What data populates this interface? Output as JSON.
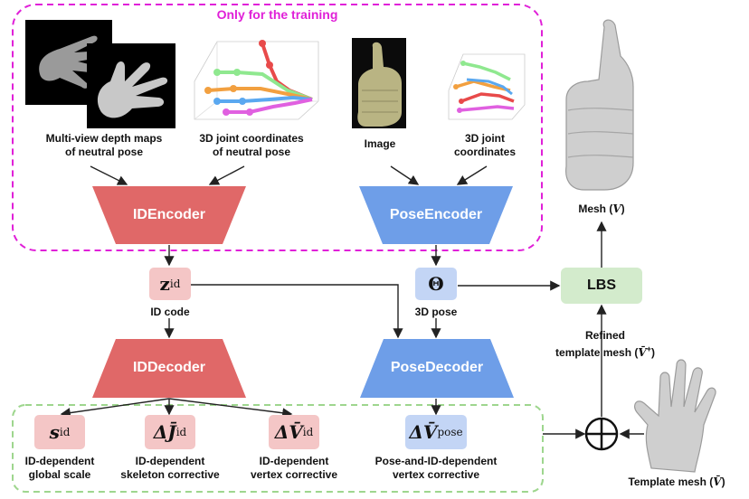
{
  "training_box": {
    "title": "Only for the training"
  },
  "inputs": {
    "depth_maps": "Multi-view depth maps\nof neutral pose",
    "joints_neutral": "3D joint coordinates\nof neutral pose",
    "image": "Image",
    "joints": "3D joint\ncoordinates"
  },
  "encoders": {
    "id": "IDEncoder",
    "pose": "PoseEncoder"
  },
  "decoders": {
    "id": "IDDecoder",
    "pose": "PoseDecoder"
  },
  "codes": {
    "id_symbol": "z",
    "id_sup": "id",
    "id_label": "ID code",
    "pose_symbol": "Θ",
    "pose_label": "3D pose"
  },
  "outputs": {
    "scale_symbol": "s",
    "scale_sup": "id",
    "scale_label": "ID-dependent\nglobal scale",
    "skel_symbol": "ΔJ̄",
    "skel_sup": "id",
    "skel_label": "ID-dependent\nskeleton corrective",
    "vert_symbol": "ΔV̄",
    "vert_sup": "id",
    "vert_label": "ID-dependent\nvertex corrective",
    "pose_symbol": "ΔV̄",
    "pose_sup": "pose",
    "pose_label": "Pose-and-ID-dependent\nvertex corrective"
  },
  "lbs": {
    "label": "LBS"
  },
  "plus": {
    "symbol": "+"
  },
  "mesh": {
    "label": "Mesh (",
    "symbol": "V",
    "close": ")"
  },
  "refined": {
    "line1": "Refined",
    "line2": "template mesh (",
    "symbol": "V̄",
    "sup": "+",
    "close": ")"
  },
  "template": {
    "label": "Template mesh (",
    "symbol": "V̄",
    "close": ")"
  },
  "colors": {
    "red": "#e06868",
    "blue": "#6e9ee8",
    "pink_box": "#f4c6c6",
    "blue_box": "#c3d5f5",
    "green_box": "#d3ebcc",
    "magenta": "#e020d8",
    "green_dash": "#9ed68e"
  },
  "icons": [
    "depth-map-hand-image",
    "joint-skeleton-plot",
    "thumb-photo",
    "hand-mesh"
  ]
}
